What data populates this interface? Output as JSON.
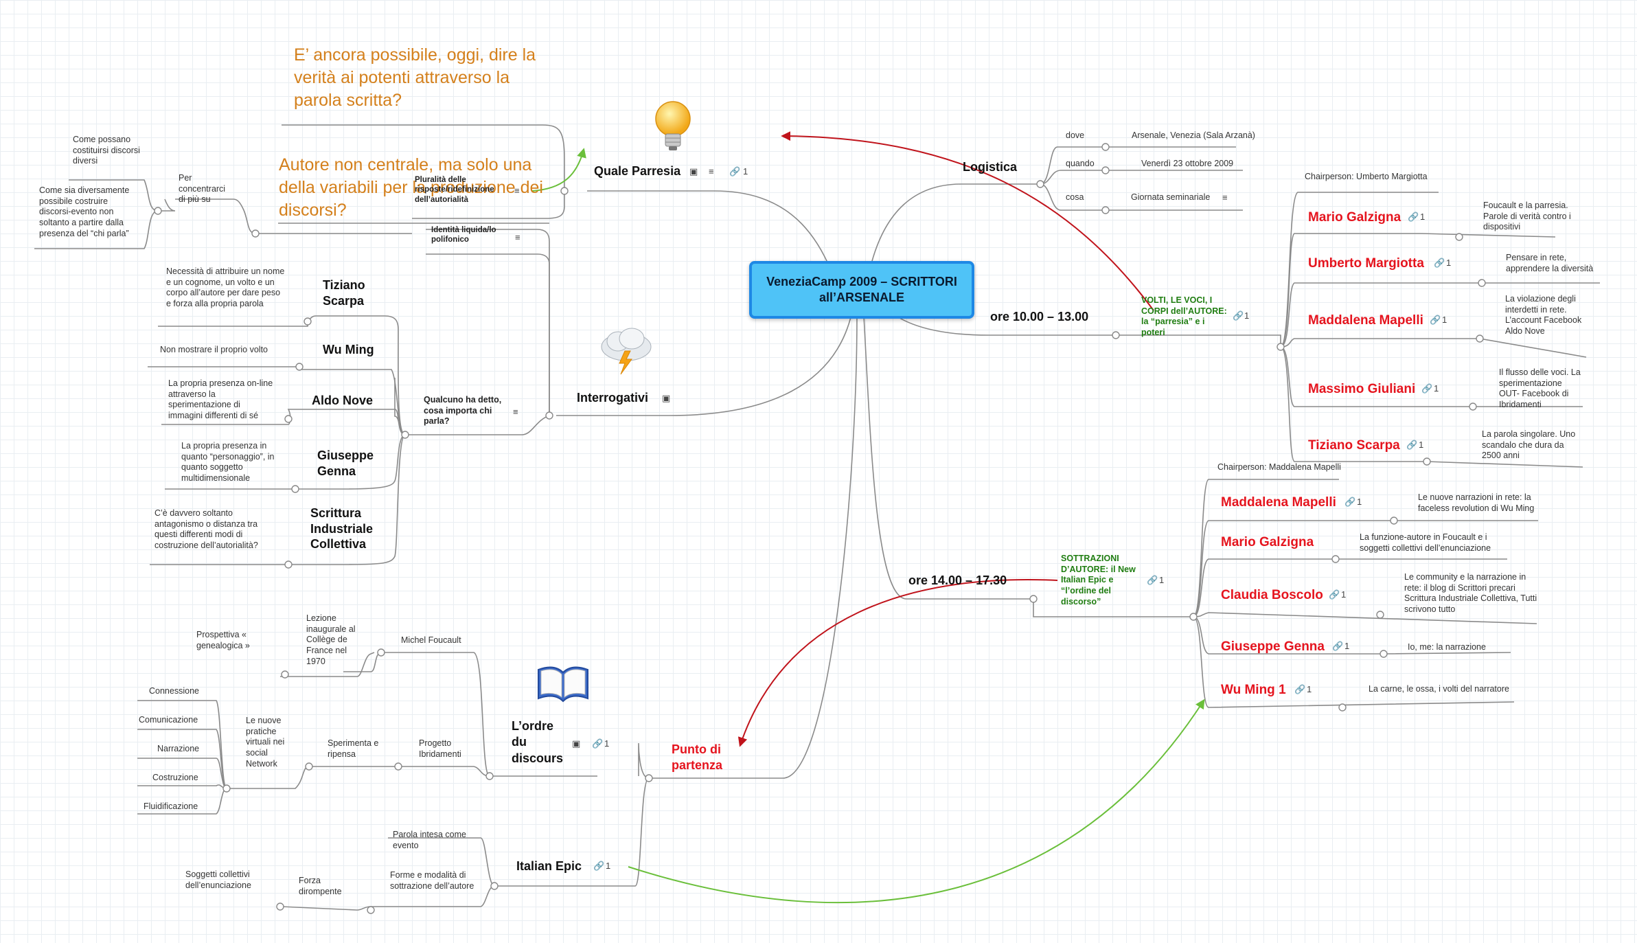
{
  "center": {
    "title": "VeneziaCamp 2009 – SCRITTORI all’ARSENALE"
  },
  "questions": {
    "q1": "E’ ancora possibile, oggi, dire la verità ai potenti attraverso la parola scritta?",
    "q2": "Autore non centrale, ma solo una della variabili per la produzione dei discorsi?"
  },
  "parresia": {
    "title": "Quale Parresia",
    "link_count": "1",
    "pluralita": "Pluralità delle risposte/ridefinizione dell’autorialità",
    "identita": "Identità liquida/lo polifonico",
    "per": "Per concentrarci di più su",
    "come1": "Come possano costituirsi discorsi diversi",
    "come2": "Come sia diversamente possibile costruire discorsi-evento non soltanto a partire dalla presenza del “chi parla”"
  },
  "interrogativi": {
    "title": "Interrogativi",
    "qualcuno": "Qualcuno ha detto, cosa importa chi parla?",
    "tiziano": "Tiziano Scarpa",
    "tiziano_note": "Necessità di attribuire un nome e un cognome, un volto e un corpo all’autore per dare peso e forza alla propria parola",
    "wuming": "Wu Ming",
    "wuming_note": "Non mostrare il proprio volto",
    "aldo": "Aldo Nove",
    "aldo_note": "La propria presenza on-line attraverso la sperimentazione di immagini differenti di sé",
    "genna": "Giuseppe Genna",
    "genna_note": "La propria presenza in quanto “personaggio”, in quanto soggetto multidimensionale",
    "sic": "Scrittura Industriale Collettiva",
    "sic_note": "C’è davvero soltanto antagonismo o distanza tra questi differenti modi di costruzione dell’autorialità?"
  },
  "logistica": {
    "title": "Logistica",
    "dove": "dove",
    "dove_val": "Arsenale, Venezia  (Sala Arzanà)",
    "quando": "quando",
    "quando_val": "Venerdì 23 ottobre 2009",
    "cosa": "cosa",
    "cosa_val": "Giornata seminariale"
  },
  "morning": {
    "time": "ore 10.00 – 13.00",
    "session": "VOLTI, LE VOCI, I CORPI dell’AUTORE: la “parresia” e i poteri",
    "session_link": "1",
    "chair": "Chairperson: Umberto Margiotta",
    "speakers": [
      {
        "name": "Mario Galzigna",
        "link": "1",
        "talk": "Foucault e la parresia. Parole di verità contro i dispositivi"
      },
      {
        "name": "Umberto Margiotta",
        "link": "1",
        "talk": "Pensare in rete, apprendere la diversità"
      },
      {
        "name": "Maddalena Mapelli",
        "link": "1",
        "talk": "La violazione degli interdetti in rete. L’account Facebook Aldo Nove"
      },
      {
        "name": "Massimo Giuliani",
        "link": "1",
        "talk": "Il flusso delle voci. La sperimentazione OUT- Facebook di Ibridamenti"
      },
      {
        "name": "Tiziano Scarpa",
        "link": "1",
        "talk": "La parola singolare. Uno scandalo che dura da 2500 anni"
      }
    ]
  },
  "afternoon": {
    "time": "ore 14.00 – 17.30",
    "session": "SOTTRAZIONI D’AUTORE: il New Italian Epic e “l’ordine del discorso”",
    "session_link": "1",
    "chair": "Chairperson: Maddalena Mapelli",
    "speakers": [
      {
        "name": "Maddalena Mapelli",
        "link": "1",
        "talk": "Le nuove narrazioni in rete: la faceless revolution di Wu Ming"
      },
      {
        "name": "Mario Galzigna",
        "link": "",
        "talk": "La funzione-autore in Foucault e i soggetti collettivi dell’enunciazione"
      },
      {
        "name": "Claudia Boscolo",
        "link": "1",
        "talk": "Le community e la narrazione in rete: il blog di Scrittori precari Scrittura Industriale Collettiva, Tutti scrivono tutto"
      },
      {
        "name": "Giuseppe Genna",
        "link": "1",
        "talk": "Io, me: la narrazione"
      },
      {
        "name": "Wu Ming 1",
        "link": "1",
        "talk": "La carne, le ossa, i volti del narratore"
      }
    ]
  },
  "punto": {
    "title": "Punto di partenza",
    "ordre": "L’ordre du discours",
    "ordre_link": "1",
    "foucault": "Michel Foucault",
    "lezione": "Lezione inaugurale al Collège de France  nel 1970",
    "prospettiva": "Prospettiva « genealogica »",
    "progetto": "Progetto Ibridamenti",
    "sperimenta": "Sperimenta e ripensa",
    "pratiche": "Le nuove pratiche virtuali nei social Network",
    "p1": "Connessione",
    "p2": "Comunicazione",
    "p3": "Narrazione",
    "p4": "Costruzione",
    "p5": "Fluidificazione",
    "epic": "Italian Epic",
    "epic_link": "1",
    "parola": "Parola intesa come evento",
    "forme": "Forme e modalità di sottrazione dell’autore",
    "forza": "Forza dirompente",
    "soggetti": "Soggetti collettivi dell’enunciazione"
  },
  "colors": {
    "center_fill": "#4fc3f7",
    "center_border": "#1e88e5",
    "speaker": "#e5141e",
    "session": "#1f7d11",
    "question": "#d4801c",
    "arrow_red": "#c0131b",
    "arrow_green": "#6abf3a"
  }
}
